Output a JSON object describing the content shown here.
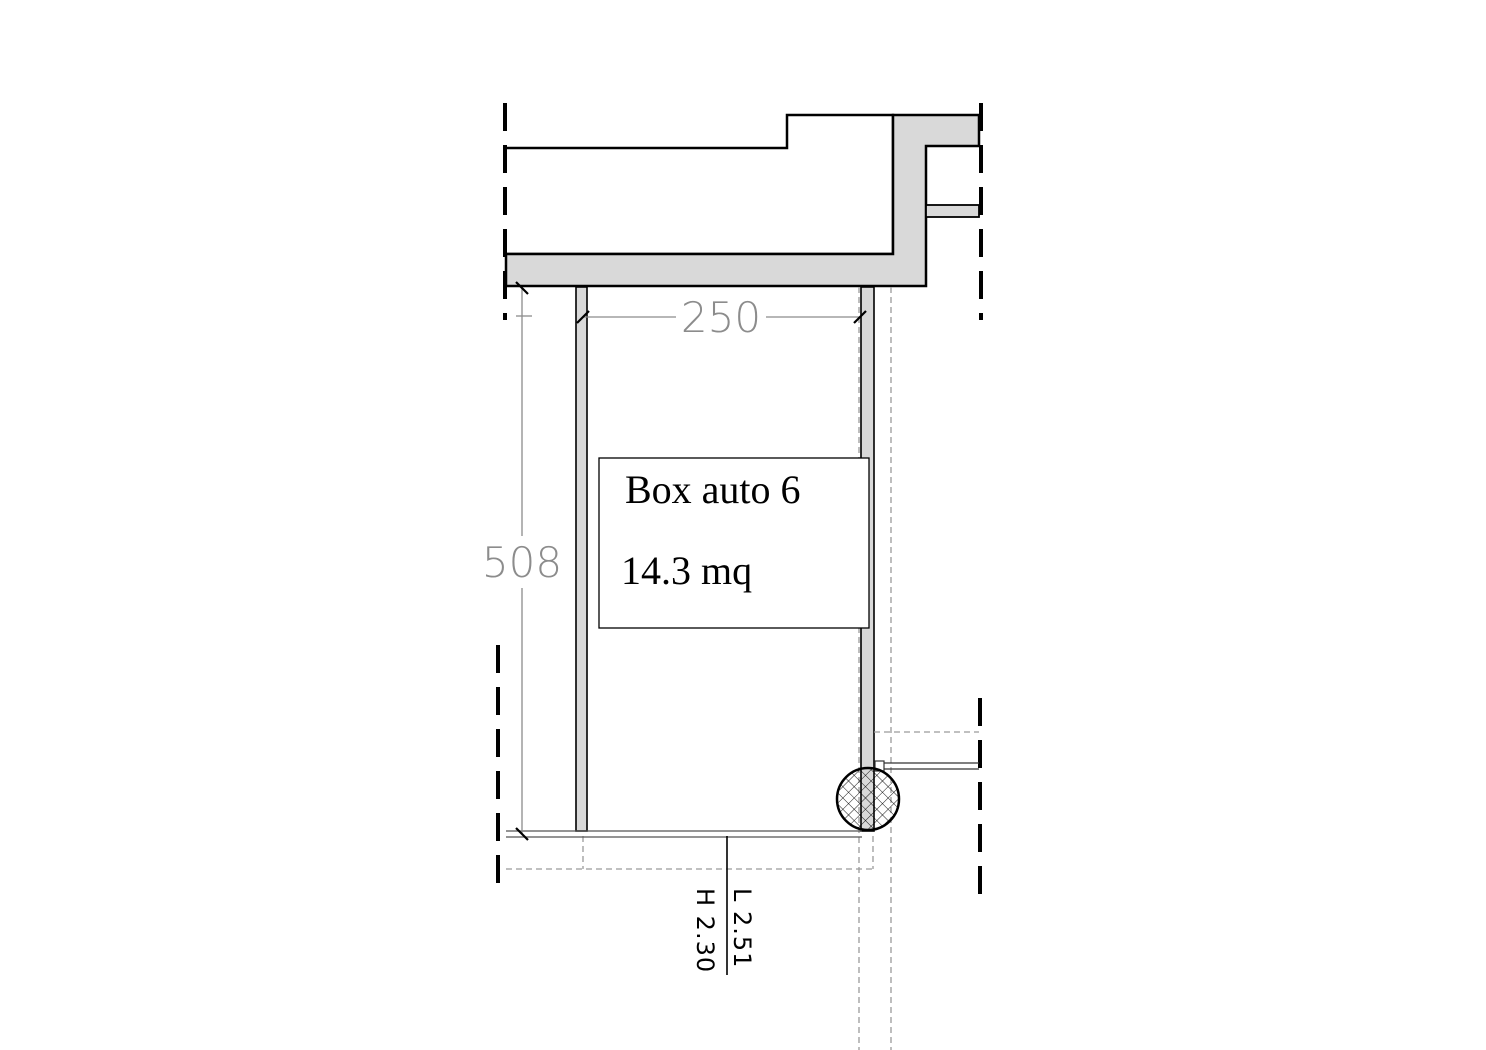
{
  "plan": {
    "room_name": "Box auto 6",
    "room_area": "14.3 mq",
    "width_dimension": "250",
    "depth_dimension": "508",
    "opening_length": "L 2.51",
    "opening_height": "H 2.30"
  },
  "colors": {
    "wall_fill": "#d9d9d9",
    "line": "#000000",
    "dimension": "#8c8c8c",
    "hidden_line": "#9a9a9a",
    "background": "#ffffff"
  }
}
